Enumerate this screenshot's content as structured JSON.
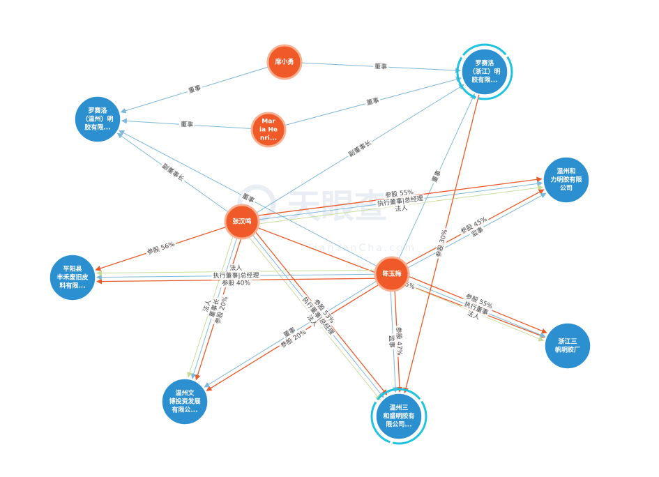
{
  "watermark": {
    "title": "天眼查",
    "subtitle": "TianYanCha.com"
  },
  "colors": {
    "person": "#f05a28",
    "person_stroke": "#e04a18",
    "company": "#2b8fd0",
    "ring": "#1ec3e0",
    "invest_edge": "#e85a2a",
    "role_edge": "#7eb8d8",
    "legal_edge": "#c8dc9a"
  },
  "nodes": [
    {
      "id": "xi",
      "type": "person",
      "lines": [
        "席小勇"
      ]
    },
    {
      "id": "maria",
      "type": "person",
      "lines": [
        "Mar",
        "ia He",
        "nri..."
      ]
    },
    {
      "id": "zhang",
      "type": "person",
      "lines": [
        "张汉鸣"
      ]
    },
    {
      "id": "chen",
      "type": "person",
      "lines": [
        "陈玉梅"
      ]
    },
    {
      "id": "luo_wz",
      "type": "company",
      "lines": [
        "罗赛洛",
        "（温州）明",
        "胶有限..."
      ]
    },
    {
      "id": "luo_zj",
      "type": "company",
      "ring": true,
      "lines": [
        "罗赛洛",
        "（浙江）明",
        "胶有限..."
      ]
    },
    {
      "id": "hl",
      "type": "company",
      "lines": [
        "温州和",
        "力明胶有限",
        "公司"
      ]
    },
    {
      "id": "py",
      "type": "company",
      "lines": [
        "平阳县",
        "丰禾废旧皮",
        "料有限..."
      ]
    },
    {
      "id": "zj3",
      "type": "company",
      "lines": [
        "浙江三",
        "帆明胶厂"
      ]
    },
    {
      "id": "wb",
      "type": "company",
      "lines": [
        "温州文",
        "博投资发展",
        "有限公..."
      ]
    },
    {
      "id": "wz3",
      "type": "company",
      "ring": true,
      "lines": [
        "温州三",
        "和盛明胶有",
        "限公司..."
      ]
    }
  ],
  "edges": [
    {
      "from": "xi",
      "to": "luo_zj",
      "kind": "role",
      "labels": [
        "董事"
      ]
    },
    {
      "from": "xi",
      "to": "luo_wz",
      "kind": "role",
      "labels": [
        "董事"
      ]
    },
    {
      "from": "maria",
      "to": "luo_zj",
      "kind": "role",
      "labels": [
        "董事"
      ]
    },
    {
      "from": "maria",
      "to": "luo_wz",
      "kind": "role",
      "labels": [
        "董事"
      ]
    },
    {
      "from": "zhang",
      "to": "luo_wz",
      "kind": "role",
      "labels": [
        "副董事长"
      ]
    },
    {
      "from": "zhang",
      "to": "luo_zj",
      "kind": "role",
      "labels": [
        "副董事长"
      ]
    },
    {
      "from": "chen",
      "to": "luo_wz",
      "kind": "role",
      "labels": [
        "董事"
      ]
    },
    {
      "from": "chen",
      "to": "luo_zj",
      "kind": "role",
      "labels": [
        "董事"
      ]
    },
    {
      "from": "zhang",
      "to": "hl",
      "kind": "invest",
      "labels": [
        "参股 55%"
      ]
    },
    {
      "from": "zhang",
      "to": "hl",
      "kind": "role",
      "labels": [
        "执行董事|总经理"
      ]
    },
    {
      "from": "zhang",
      "to": "hl",
      "kind": "legal",
      "labels": [
        "法人"
      ]
    },
    {
      "from": "zhang",
      "to": "py",
      "kind": "invest",
      "labels": [
        "参股 56%"
      ]
    },
    {
      "from": "zhang",
      "to": "wb",
      "kind": "invest",
      "labels": [
        "参股 20%"
      ]
    },
    {
      "from": "zhang",
      "to": "wb",
      "kind": "role",
      "labels": [
        "董事长"
      ]
    },
    {
      "from": "zhang",
      "to": "wb",
      "kind": "legal",
      "labels": [
        "法人"
      ]
    },
    {
      "from": "zhang",
      "to": "wz3",
      "kind": "invest",
      "labels": [
        "参股 53%"
      ]
    },
    {
      "from": "zhang",
      "to": "wz3",
      "kind": "role",
      "labels": [
        "执行董事|总经理"
      ]
    },
    {
      "from": "zhang",
      "to": "wz3",
      "kind": "legal",
      "labels": [
        "法人"
      ]
    },
    {
      "from": "zhang",
      "to": "zj3",
      "kind": "invest",
      "labels": [
        "参股 45%"
      ]
    },
    {
      "from": "chen",
      "to": "hl",
      "kind": "invest",
      "labels": [
        "参股 45%"
      ]
    },
    {
      "from": "chen",
      "to": "hl",
      "kind": "role",
      "labels": [
        "监事"
      ]
    },
    {
      "from": "chen",
      "to": "py",
      "kind": "invest",
      "labels": [
        "参股 40%"
      ]
    },
    {
      "from": "chen",
      "to": "py",
      "kind": "role",
      "labels": [
        "执行董事|总经理"
      ]
    },
    {
      "from": "chen",
      "to": "py",
      "kind": "legal",
      "labels": [
        "法人"
      ]
    },
    {
      "from": "chen",
      "to": "zj3",
      "kind": "invest",
      "labels": [
        "参股 55%"
      ]
    },
    {
      "from": "chen",
      "to": "zj3",
      "kind": "role",
      "labels": [
        "执行董事"
      ]
    },
    {
      "from": "chen",
      "to": "zj3",
      "kind": "legal",
      "labels": [
        "法人"
      ]
    },
    {
      "from": "chen",
      "to": "wb",
      "kind": "invest",
      "labels": [
        "参股 20%"
      ]
    },
    {
      "from": "chen",
      "to": "wb",
      "kind": "role",
      "labels": [
        "董事"
      ]
    },
    {
      "from": "chen",
      "to": "wz3",
      "kind": "invest",
      "labels": [
        "参股 47%"
      ]
    },
    {
      "from": "chen",
      "to": "wz3",
      "kind": "role",
      "labels": [
        "监事"
      ]
    },
    {
      "from": "luo_zj",
      "to": "wz3",
      "kind": "invest",
      "labels": [
        "参股 30%"
      ]
    }
  ]
}
